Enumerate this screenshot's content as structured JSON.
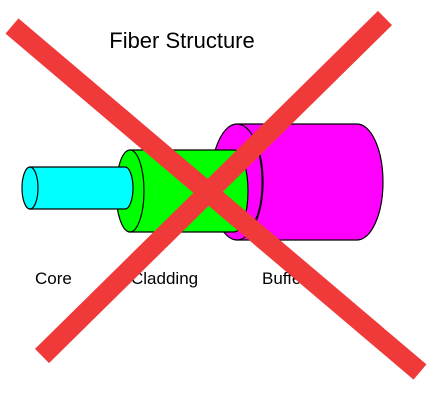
{
  "diagram": {
    "title": "Fiber Structure",
    "layers": [
      {
        "label": "Core",
        "color": "#00ffff"
      },
      {
        "label": "Cladding",
        "color": "#00ff00"
      },
      {
        "label": "Buffer",
        "color": "#ff00ff"
      }
    ],
    "overlay": {
      "symbol": "cross-out-x",
      "color": "#f03a3a"
    }
  }
}
